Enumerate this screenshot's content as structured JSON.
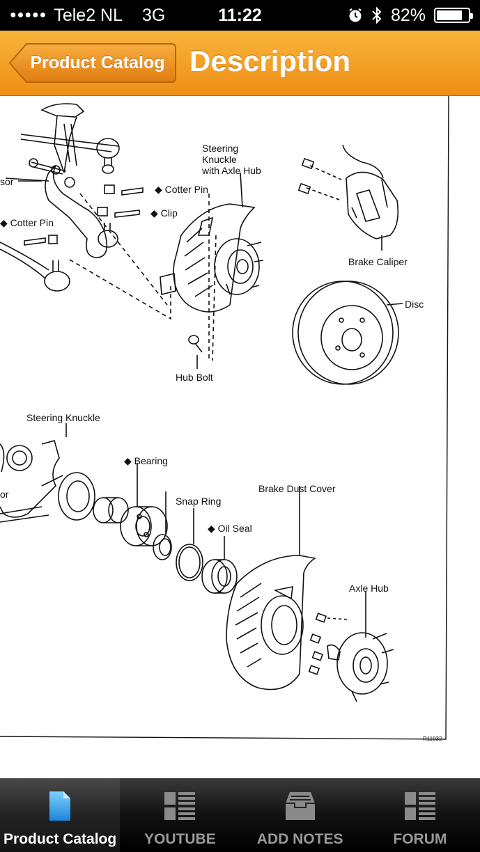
{
  "status_bar": {
    "signal_dots": "●●●●●",
    "carrier": "Tele2 NL",
    "network": "3G",
    "time": "11:22",
    "battery": "82%",
    "battery_level": 0.82,
    "icons": [
      "alarm-icon",
      "bluetooth-icon",
      "battery-icon"
    ]
  },
  "nav": {
    "back_label": "Product Catalog",
    "title": "Description",
    "accent_color": "#f4a128"
  },
  "diagram": {
    "labels": {
      "steering_knuckle_axle_hub_1": "Steering",
      "steering_knuckle_axle_hub_2": "Knuckle",
      "steering_knuckle_axle_hub_3": "with Axle Hub",
      "sensor": "sor",
      "cotter_pin_1": "◆ Cotter Pin",
      "clip": "◆ Clip",
      "cotter_pin_2": "◆ Cotter Pin",
      "brake_caliper": "Brake Caliper",
      "disc": "Disc",
      "hub_bolt": "Hub Bolt",
      "steering_knuckle": "Steering Knuckle",
      "bearing": "◆ Bearing",
      "snap_ring": "Snap Ring",
      "brake_dust_cover": "Brake Dust Cover",
      "oil_seal": "◆ Oil Seal",
      "axle_hub": "Axle Hub",
      "partial_or": "or",
      "ref_code": "R11032"
    }
  },
  "tab_bar": {
    "tabs": [
      {
        "label": "Product Catalog",
        "icon": "document-icon",
        "active": true
      },
      {
        "label": "YOUTUBE",
        "icon": "list-icon",
        "active": false
      },
      {
        "label": "ADD NOTES",
        "icon": "archive-box-icon",
        "active": false
      },
      {
        "label": "FORUM",
        "icon": "list-icon",
        "active": false
      }
    ]
  }
}
